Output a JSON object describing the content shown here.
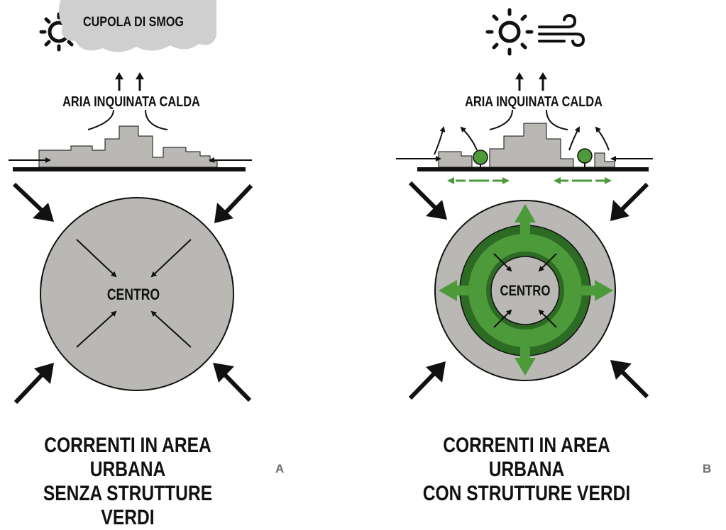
{
  "panel_a": {
    "cloud_label": "CUPOLA DI SMOG",
    "air_label": "ARIA INQUINATA CALDA",
    "center_label": "CENTRO",
    "caption_line1": "CORRENTI IN AREA URBANA",
    "caption_line2": "SENZA STRUTTURE VERDI",
    "tag": "A"
  },
  "panel_b": {
    "air_label": "ARIA INQUINATA CALDA",
    "center_label": "CENTRO",
    "caption_line1": "CORRENTI IN AREA URBANA",
    "caption_line2": "CON STRUTTURE VERDI",
    "tag": "B"
  },
  "colors": {
    "city_gray": "#b9b8b4",
    "ink": "#111111",
    "green": "#4c9a3a",
    "green_dark": "#2d6b24",
    "cloud": "#cfcfcf"
  },
  "icons": {
    "sun": "sun-icon",
    "wind": "wind-icon",
    "cloud": "cloud-icon",
    "tree": "tree-icon"
  }
}
